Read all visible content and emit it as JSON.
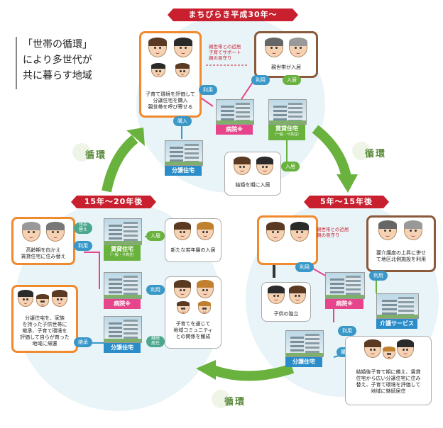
{
  "title": {
    "line1": "「世帯の循環」",
    "line2": "により多世代が",
    "line3": "共に暮らす地域"
  },
  "banners": {
    "top": "まちびらき平成30年〜",
    "left": "15年〜20年後",
    "right": "5年〜15年後"
  },
  "cycle_label": "循環",
  "top": {
    "family_caption": "子育て環境を評価して\n分譲住宅を購入\n親世帯を呼び寄せる",
    "parents_caption": "親世帯が入居",
    "dashed_note": "親世帯との近居\n子育てサポート\n親の見守り",
    "couple_caption": "結婚を期に入居",
    "hospital": "病院※",
    "rental": "賃貸住宅",
    "rental_sub": "（一般・サ高住）",
    "owned": "分譲住宅",
    "pill_use1": "利用",
    "pill_use2": "利用",
    "pill_move_in1": "入居",
    "pill_move_in2": "入居",
    "pill_buy": "購入"
  },
  "left": {
    "elderly_caption": "高齢期を向かえ\n賃貸住宅に住み替え",
    "young_caption": "新たな若年層の入居",
    "family_caption": "分譲住宅を、家族\nを持った子供世帯に\n継承、子育て環境を\n評価して自らが育った\n地域に帰還",
    "community_caption": "子育てを通じて\n地域コミュニティ\nとの関係を醸成",
    "rental": "賃貸住宅",
    "rental_sub": "（一般・サ高住）",
    "hospital": "病院※",
    "owned": "分譲住宅",
    "pill_move": "住み\n替え",
    "pill_use1": "利用",
    "pill_use2": "利用",
    "pill_move_in": "入居",
    "pill_inherit": "継承",
    "pill_continue": "継続\n居住"
  },
  "right": {
    "dashed_note": "親世帯との近居\n親の見守り",
    "care_caption": "要介護度の上昇に併せ\nて地区北側施設を利用",
    "child_caption": "子供の独立",
    "family_caption": "結婚後子育て期に備え、賃貸\n住宅から広い分譲住宅に住み\n替え、子育て環境を評価して\n地域に継続居住",
    "hospital": "病院※",
    "care": "介護サービス",
    "owned": "分譲住宅",
    "pill_use1": "利用",
    "pill_use2": "利用",
    "pill_use3": "利用",
    "pill_buy": "購入"
  }
}
